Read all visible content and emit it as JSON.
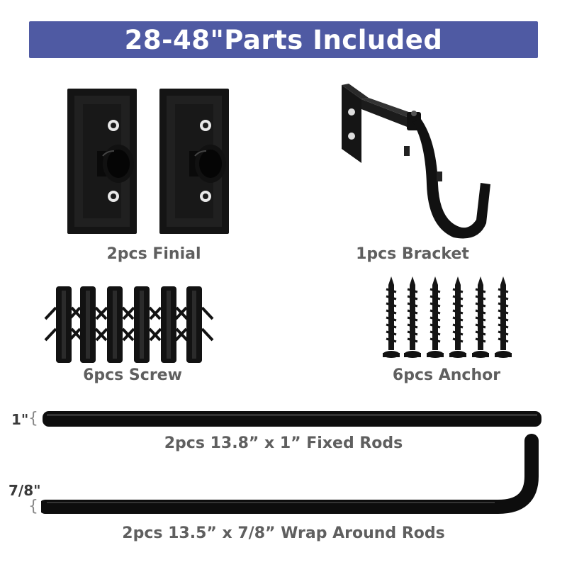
{
  "banner": {
    "title": "28-48\"Parts Included"
  },
  "parts": {
    "finial": "2pcs Finial",
    "bracket": "1pcs Bracket",
    "screw": "6pcs Screw",
    "anchor": "6pcs Anchor",
    "fixed_rods": "2pcs 13.8” x 1” Fixed Rods",
    "wrap_rods": "2pcs 13.5” x 7/8”  Wrap Around Rods"
  },
  "dimensions": {
    "fixed_rod_diameter": "1\"",
    "wrap_rod_diameter": "7/8\""
  },
  "colors": {
    "banner_bg": "#4f5aa3",
    "banner_text": "#ffffff",
    "caption_text": "#5f5f5f",
    "hardware": "#111111"
  }
}
